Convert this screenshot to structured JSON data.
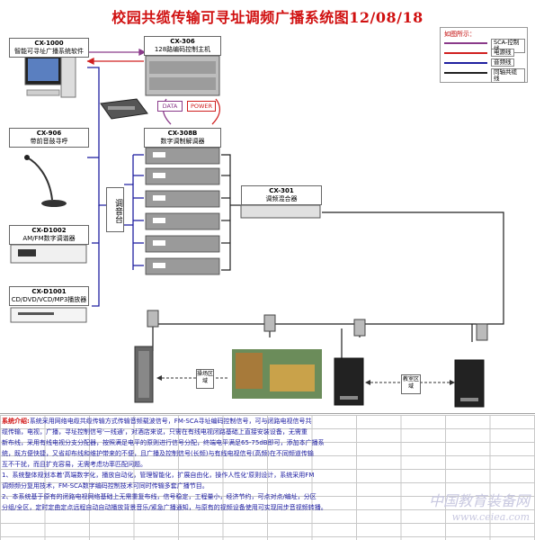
{
  "title": "校园共缆传输可寻址调频广播系统图12/08/18",
  "legend": {
    "title": "如图所示：",
    "items": [
      {
        "label": "SCA-控制线",
        "color": "#8a3a8a"
      },
      {
        "label": "电源线",
        "color": "#d02020"
      },
      {
        "label": "音频线",
        "color": "#2020a0"
      },
      {
        "label": "同轴共缆线",
        "color": "#202020"
      }
    ]
  },
  "devices": {
    "software": {
      "model": "CX-1000",
      "name": "智能可寻址广播系统软件"
    },
    "controller": {
      "model": "CX-306",
      "name": "128路编码控制主机"
    },
    "mic": {
      "model": "CX-906",
      "name": "带前音鼓寻呼"
    },
    "tuner": {
      "model": "CX-D1002",
      "name": "AM/FM数字调谐器"
    },
    "player": {
      "model": "CX-D1001",
      "name": "CD/DVD/VCD/MP3播放器"
    },
    "modulator": {
      "model": "CX-308B",
      "name": "数字调制解调器"
    },
    "combiner": {
      "model": "CX-301",
      "name": "调频混合器"
    }
  },
  "tags": {
    "data": "DATA",
    "power": "POWER"
  },
  "mixer_label": "调音台",
  "zone_labels": {
    "left": "操场区域",
    "right": "教室区域"
  },
  "description": {
    "heading": "系统介绍:",
    "lines": [
      "系统采用网络电缆共缆传输方式传输音频载波信号，FM-SCA寻址编码控制信号，可与闭路电视信号共",
      "缆传输，电视，广播，寻址控制信号'一线通'，对酒店来说，只需在有线电视闭路基础上直接安装设备，无需重",
      "新布线，采用有线电视分支分配器，按照满足电平的原则进行信号分配，终端电平满足65-75dB即可，添加本广播系",
      "统，既方便快捷，又省却布线和维护带来的不便，且广播及控制信号(长频)与有线电视信号(高频)在不同频道传输",
      "互不干扰，而且扩充容易，无需考虑功率匹配问题。",
      "1、系统整体规划本着'高端数字化，播放自动化，管理智能化，扩展自由化，操作人性化'原则设计，系统采用FM",
      "调频频分复用技术，FM-SCA数字编码控制技术可同时传输多套广播节目。",
      "2、本系统基于原有的闭路电视网络基础上无需重复布线，信号稳定，工程量小，经济节约，可点对点/编址，分区",
      "分组/全区，定时定曲定点远程自动自动播放背景音乐/紧急广播通知，与原有的视频设备使用可实现同步音视频转播。"
    ]
  },
  "watermark": {
    "line1": "中国教育装备网",
    "line2": "www.ceiea.com"
  }
}
